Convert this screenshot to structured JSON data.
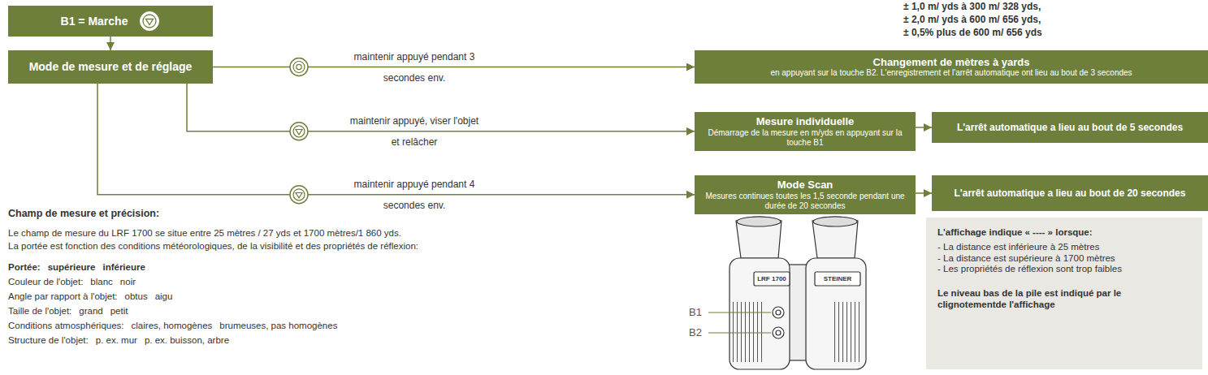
{
  "diagram": {
    "nodes": [
      {
        "text": [
          "B1 = Marche"
        ]
      },
      {
        "text": [
          "Mode de mesure et de réglage"
        ]
      },
      {
        "text": [
          "Changement de mètres à yards",
          "en appuyant sur la touche B2. L'enregistrement et l'arrêt automatique ont lieu au bout de 3 secondes"
        ]
      },
      {
        "text": [
          "Mesure individuelle",
          "Démarrage de la mesure en m/yds en appuyant sur la touche B1"
        ]
      },
      {
        "text": [
          "L'arrêt automatique a lieu au bout de 5 secondes"
        ]
      },
      {
        "text": [
          "Mode Scan",
          "Mesures continues toutes les 1,5 seconde pendant une durée de 20 secondes"
        ]
      },
      {
        "text": [
          "L'arrêt automatique a lieu au bout de 20 secondes"
        ]
      },
      {
        "text": [
          "L'affichage indique « ---- » lorsque:",
          "- La distance est inférieure à 25 mètres",
          "- La distance est supérieure à 1700 mètres",
          "- Les propriétés de réflexion sont trop faibles",
          "Le niveau bas de la pile est indiqué par le clignotementde l'affichage"
        ]
      }
    ],
    "edges": [
      {
        "from": 0,
        "to": 1,
        "arrow": "to"
      },
      {
        "from": 1,
        "to": 2,
        "label": "maintenir appuyé pendant 3 secondes env.",
        "arrow": "to"
      },
      {
        "from": 1,
        "to": 3,
        "label": "maintenir appuyé, viser l'objet et relâcher",
        "arrow": "to"
      },
      {
        "from": 1,
        "to": 5,
        "label": "maintenir appuyé pendant 4 secondes env.",
        "arrow": "to"
      },
      {
        "from": 3,
        "to": 4,
        "arrow": "to"
      },
      {
        "from": 5,
        "to": 6,
        "arrow": "to"
      }
    ],
    "labels": [
      "± 1,0 m/ yds à 300 m/ 328 yds,",
      "± 2,0 m/ yds à 600 m/ 656 yds,",
      "± 0,5% plus de 600 m/ 656 yds",
      "Champ de mesure et précision:",
      "Le champ de mesure du LRF 1700 se situe entre 25 mètres / 27 yds et 1700 mètres/1 860 yds.",
      "La portée est fonction des conditions météorologiques, de la visibilité et des propriétés de réflexion:",
      "Portée:",
      "supérieure",
      "inférieure",
      "Couleur de l'objet:",
      "blanc",
      "noir",
      "Angle par rapport à l'objet:",
      "obtus",
      "aigu",
      "Taille de l'objet:",
      "grand",
      "petit",
      "Conditions atmosphériques:",
      "claires, homogènes",
      "brumeuses, pas homogènes",
      "Structure de l'objet:",
      "p. ex. mur",
      "p. ex. buisson, arbre",
      "LRF 1700",
      "STEINER",
      "B1",
      "B2"
    ]
  }
}
